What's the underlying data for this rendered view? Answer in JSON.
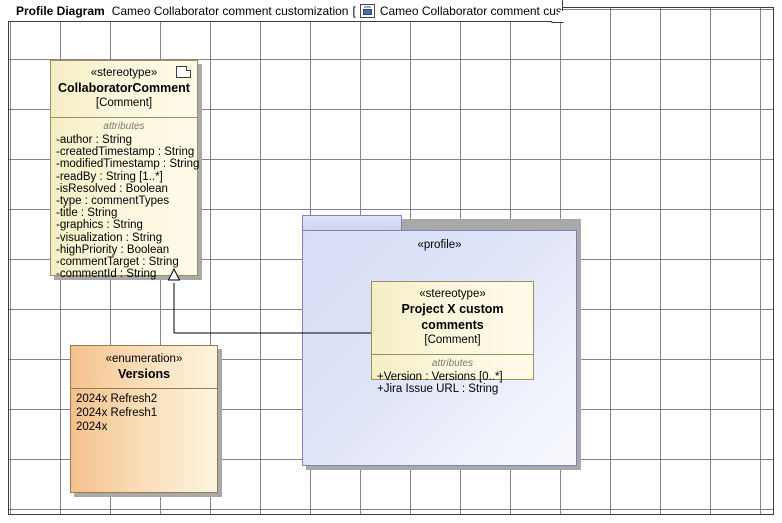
{
  "header": {
    "diagram_kind": "Profile Diagram",
    "diagram_name": "Cameo Collaborator comment customization",
    "bracket_open": "[",
    "owner_icon": "profile-diagram-icon",
    "owner_name": "Cameo Collaborator comment customization",
    "bracket_close": "]"
  },
  "colors": {
    "classifier_fill": "#fbf6dc",
    "classifier_border": "#9a9060",
    "enumeration_fill": "#f9dcb5",
    "enumeration_border": "#9d7b4f",
    "package_fill": "#dde3f7",
    "package_border": "#7b86b8",
    "shadow": "#a9a9a9",
    "connector": "#000000",
    "canvas": "#ffffff"
  },
  "diagram": {
    "collaborator_comment": {
      "stereotype": "«stereotype»",
      "name": "CollaboratorComment",
      "metaclass": "[Comment]",
      "note_icon": "note-icon",
      "attributes_caption": "attributes",
      "attributes": [
        "-author : String",
        "-createdTimestamp : String",
        "-modifiedTimestamp : String",
        "-readBy : String [1..*]",
        "-isResolved : Boolean",
        "-type : commentTypes",
        "-title : String",
        "-graphics : String",
        "-visualization : String",
        "-highPriority : Boolean",
        "-commentTarget : String",
        "-commentId : String"
      ]
    },
    "versions_enumeration": {
      "stereotype": "«enumeration»",
      "name": "Versions",
      "literals": [
        "2024x Refresh2",
        "2024x Refresh1",
        "2024x"
      ]
    },
    "profile_package": {
      "stereotype": "«profile»"
    },
    "project_x_comments": {
      "stereotype": "«stereotype»",
      "name": "Project X custom comments",
      "metaclass": "[Comment]",
      "attributes_caption": "attributes",
      "attributes": [
        "+Version : Versions [0..*]",
        "+Jira Issue URL : String"
      ]
    },
    "generalization": {
      "name": "generalization-collaborator-comment",
      "arrow": "hollow-triangle"
    }
  }
}
